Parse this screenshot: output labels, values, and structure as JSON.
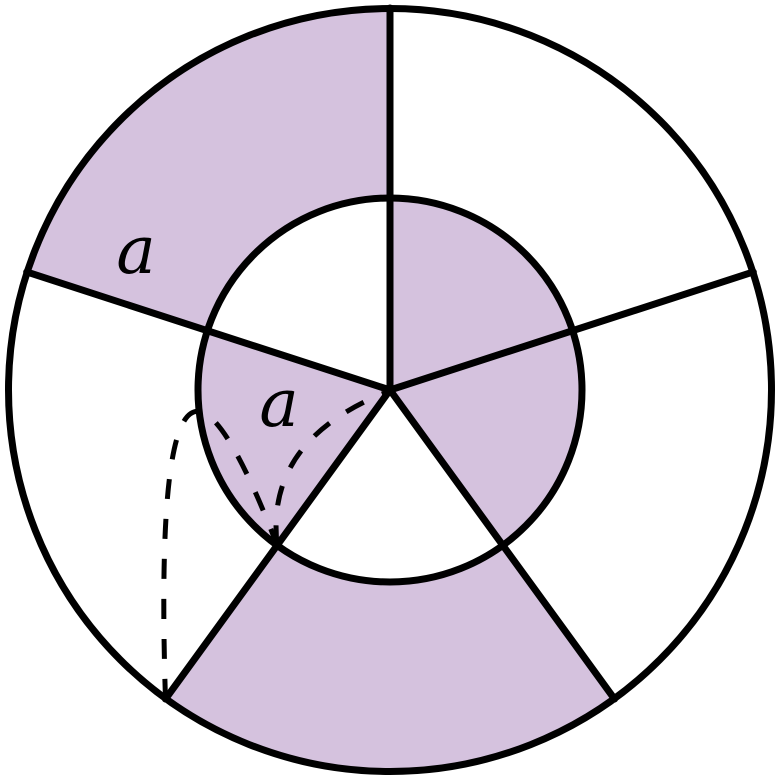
{
  "diagram": {
    "labels": {
      "outer_segment": "a",
      "inner_segment": "a"
    },
    "colors": {
      "shaded": "#d5c2de",
      "unshaded": "#ffffff",
      "stroke": "#000000"
    },
    "sectors": 5,
    "shading": {
      "outer_ring": [
        false,
        false,
        true,
        false,
        true
      ],
      "inner_disk": [
        true,
        true,
        false,
        true,
        false
      ]
    }
  }
}
